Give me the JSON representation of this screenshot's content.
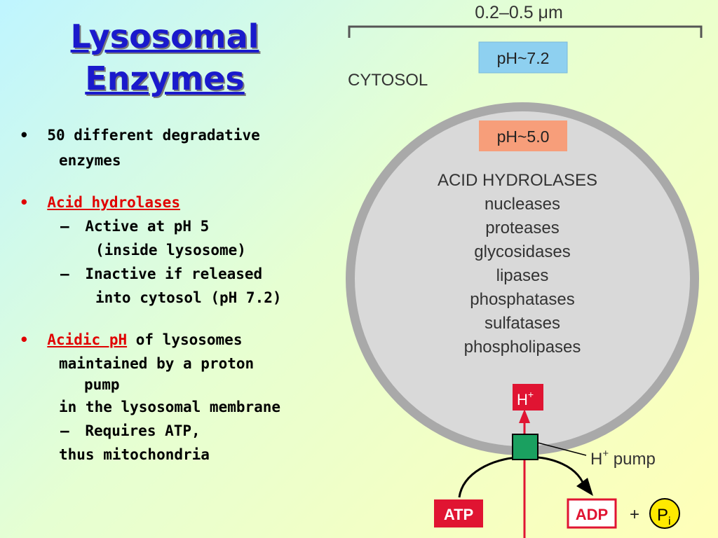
{
  "title": {
    "line1": "Lysosomal",
    "line2": "Enzymes"
  },
  "bullets": {
    "b1": {
      "marker": "•",
      "line1": "50 different degradative",
      "line2": "enzymes"
    },
    "b2": {
      "marker": "•",
      "label": "Acid hydrolases",
      "sub1": {
        "dash": "–",
        "line1": "Active at pH 5",
        "line2": "(inside lysosome)"
      },
      "sub2": {
        "dash": "–",
        "line1": "Inactive if released",
        "line2": "into cytosol (pH 7.2)"
      }
    },
    "b3": {
      "marker": "•",
      "label": "Acidic pH",
      "rest": " of lysosomes",
      "line2": "maintained by a proton",
      "line3": "pump",
      "line4": "in the lysosomal membrane",
      "sub": {
        "dash": "–",
        "line1": "Requires ATP,"
      },
      "line6": "thus mitochondria"
    }
  },
  "diagram": {
    "size_label": "0.2–0.5 μm",
    "cytosol_label": "CYTOSOL",
    "cytosol_ph": "pH~7.2",
    "lysosome_ph": "pH~5.0",
    "hydrolases_heading": "ACID HYDROLASES",
    "hydrolases": [
      "nucleases",
      "proteases",
      "glycosidases",
      "lipases",
      "phosphatases",
      "sulfatases",
      "phospholipases"
    ],
    "proton": {
      "base": "H",
      "sup": "+"
    },
    "pump_label": {
      "base": "H",
      "sup": "+",
      "text": " pump"
    },
    "atp": "ATP",
    "adp": "ADP",
    "plus": "+",
    "pi": {
      "base": "P",
      "sub": "i"
    },
    "colors": {
      "membrane": "#a9a9a9",
      "lumen": "#d9d9d9",
      "cytosol_ph_bg": "#8ed0f0",
      "lysosome_ph_bg": "#f79e7a",
      "red": "#e01432",
      "pump": "#1aa060",
      "pi": "#ffea00"
    }
  }
}
